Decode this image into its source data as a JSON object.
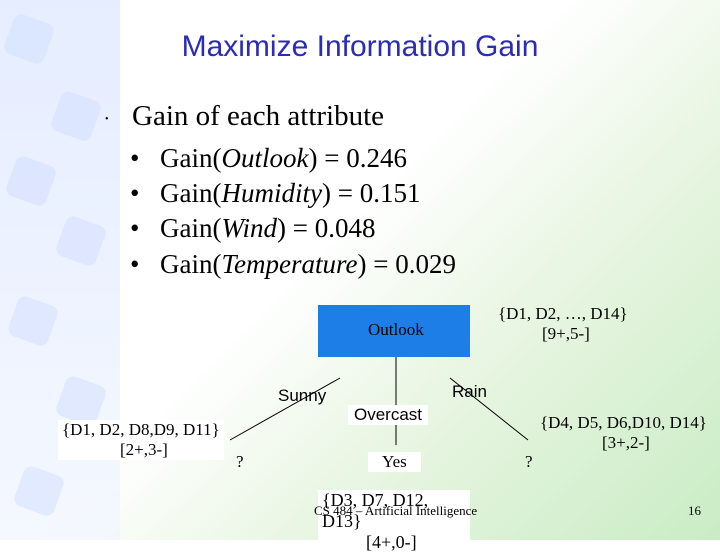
{
  "title": "Maximize Information Gain",
  "main_bullet": "Gain of each attribute",
  "gains": [
    {
      "prefix": "Gain(",
      "attr": "Outlook",
      "suffix": ") = 0.246"
    },
    {
      "prefix": "Gain(",
      "attr": "Humidity",
      "suffix": ") = 0.151"
    },
    {
      "prefix": "Gain(",
      "attr": "Wind",
      "suffix": ") = 0.048"
    },
    {
      "prefix": "Gain(",
      "attr": "Temperature",
      "suffix": ") = 0.029"
    }
  ],
  "tree": {
    "root_label": "Outlook",
    "root_set": "{D1, D2, …, D14}",
    "root_counts": "[9+,5-]",
    "branches": {
      "sunny": "Sunny",
      "overcast": "Overcast",
      "rain": "Rain"
    },
    "left_set": "{D1, D2, D8,D9, D11}",
    "left_counts": "[2+,3-]",
    "left_leaf": "?",
    "middle_leaf": "Yes",
    "middle_set": "{D3, D7, D12, D13}",
    "middle_counts": "[4+,0-]",
    "right_leaf": "?",
    "right_set": "{D4, D5, D6,D10, D14}",
    "right_counts": "[3+,2-]"
  },
  "footer": {
    "course": "CS 484 – Artificial Intelligence",
    "page": "16"
  },
  "colors": {
    "title": "#2b2bb4",
    "root_box": "#1e7ee8"
  }
}
